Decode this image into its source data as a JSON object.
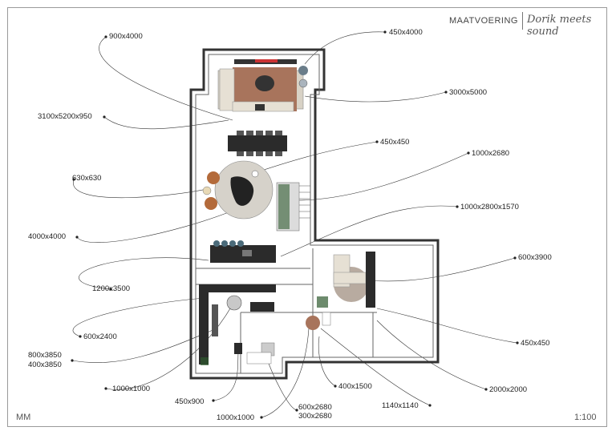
{
  "header": {
    "title": "MAATVOERING",
    "brand": "Dorik meets sound"
  },
  "footer": {
    "unit": "MM",
    "scale": "1:100"
  },
  "dimensions": [
    {
      "id": "d1",
      "text": "900x4000"
    },
    {
      "id": "d2",
      "text": "450x4000"
    },
    {
      "id": "d3",
      "text": "3000x5000"
    },
    {
      "id": "d4",
      "text": "3100x5200x950"
    },
    {
      "id": "d5",
      "text": "450x450"
    },
    {
      "id": "d6",
      "text": "1000x2680"
    },
    {
      "id": "d7",
      "text": "630x630"
    },
    {
      "id": "d8",
      "text": "1000x2800x1570"
    },
    {
      "id": "d9",
      "text": "4000x4000"
    },
    {
      "id": "d10",
      "text": "600x3900"
    },
    {
      "id": "d11",
      "text": "1200x3500"
    },
    {
      "id": "d12",
      "text": "600x2400"
    },
    {
      "id": "d13",
      "text": "450x450"
    },
    {
      "id": "d14a",
      "text": "800x3850"
    },
    {
      "id": "d14b",
      "text": "400x3850"
    },
    {
      "id": "d15",
      "text": "2000x2000"
    },
    {
      "id": "d16",
      "text": "1000x1000"
    },
    {
      "id": "d17",
      "text": "400x1500"
    },
    {
      "id": "d18",
      "text": "450x900"
    },
    {
      "id": "d19",
      "text": "1140x1140"
    },
    {
      "id": "d20a",
      "text": "600x2680"
    },
    {
      "id": "d20b",
      "text": "300x2680"
    },
    {
      "id": "d21",
      "text": "1000x1000"
    }
  ]
}
